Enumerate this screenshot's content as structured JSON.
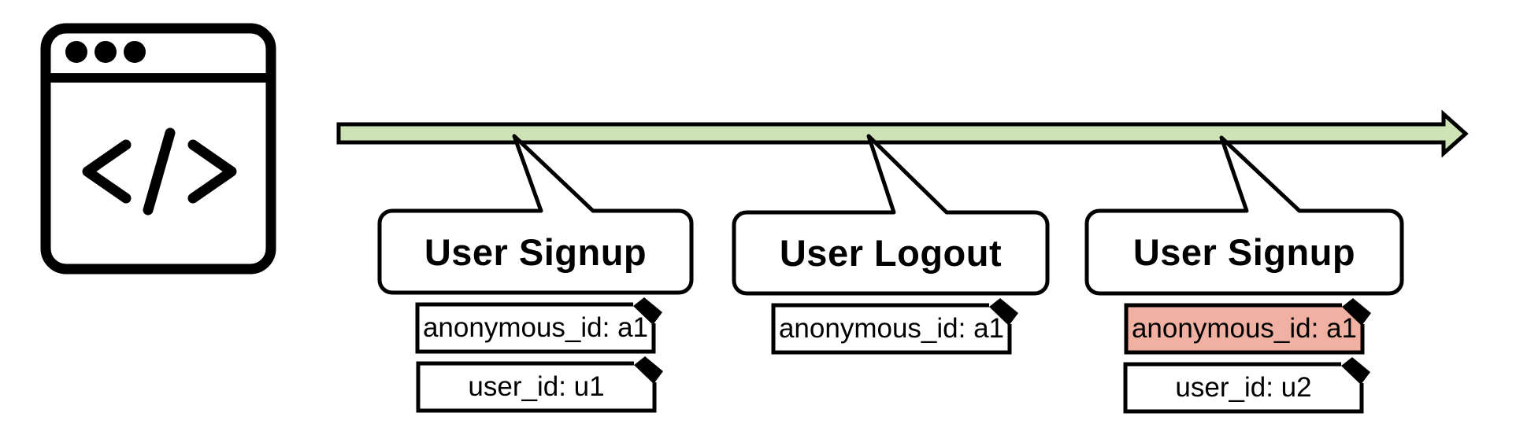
{
  "colors": {
    "timeline": "#cee3b5",
    "highlight": "#f0b1a2",
    "shape_fill": "#ffffff",
    "stroke": "#000000"
  },
  "icon": {
    "name": "browser-code-icon",
    "glyph": "</>"
  },
  "timeline": {
    "type": "arrow",
    "direction": "right"
  },
  "events": [
    {
      "title": "User Signup",
      "tags": [
        {
          "label": "anonymous_id: a1",
          "highlight": false
        },
        {
          "label": "user_id: u1",
          "highlight": false
        }
      ]
    },
    {
      "title": "User Logout",
      "tags": [
        {
          "label": "anonymous_id: a1",
          "highlight": false
        }
      ]
    },
    {
      "title": "User Signup",
      "tags": [
        {
          "label": "anonymous_id: a1",
          "highlight": true
        },
        {
          "label": "user_id: u2",
          "highlight": false
        }
      ]
    }
  ]
}
